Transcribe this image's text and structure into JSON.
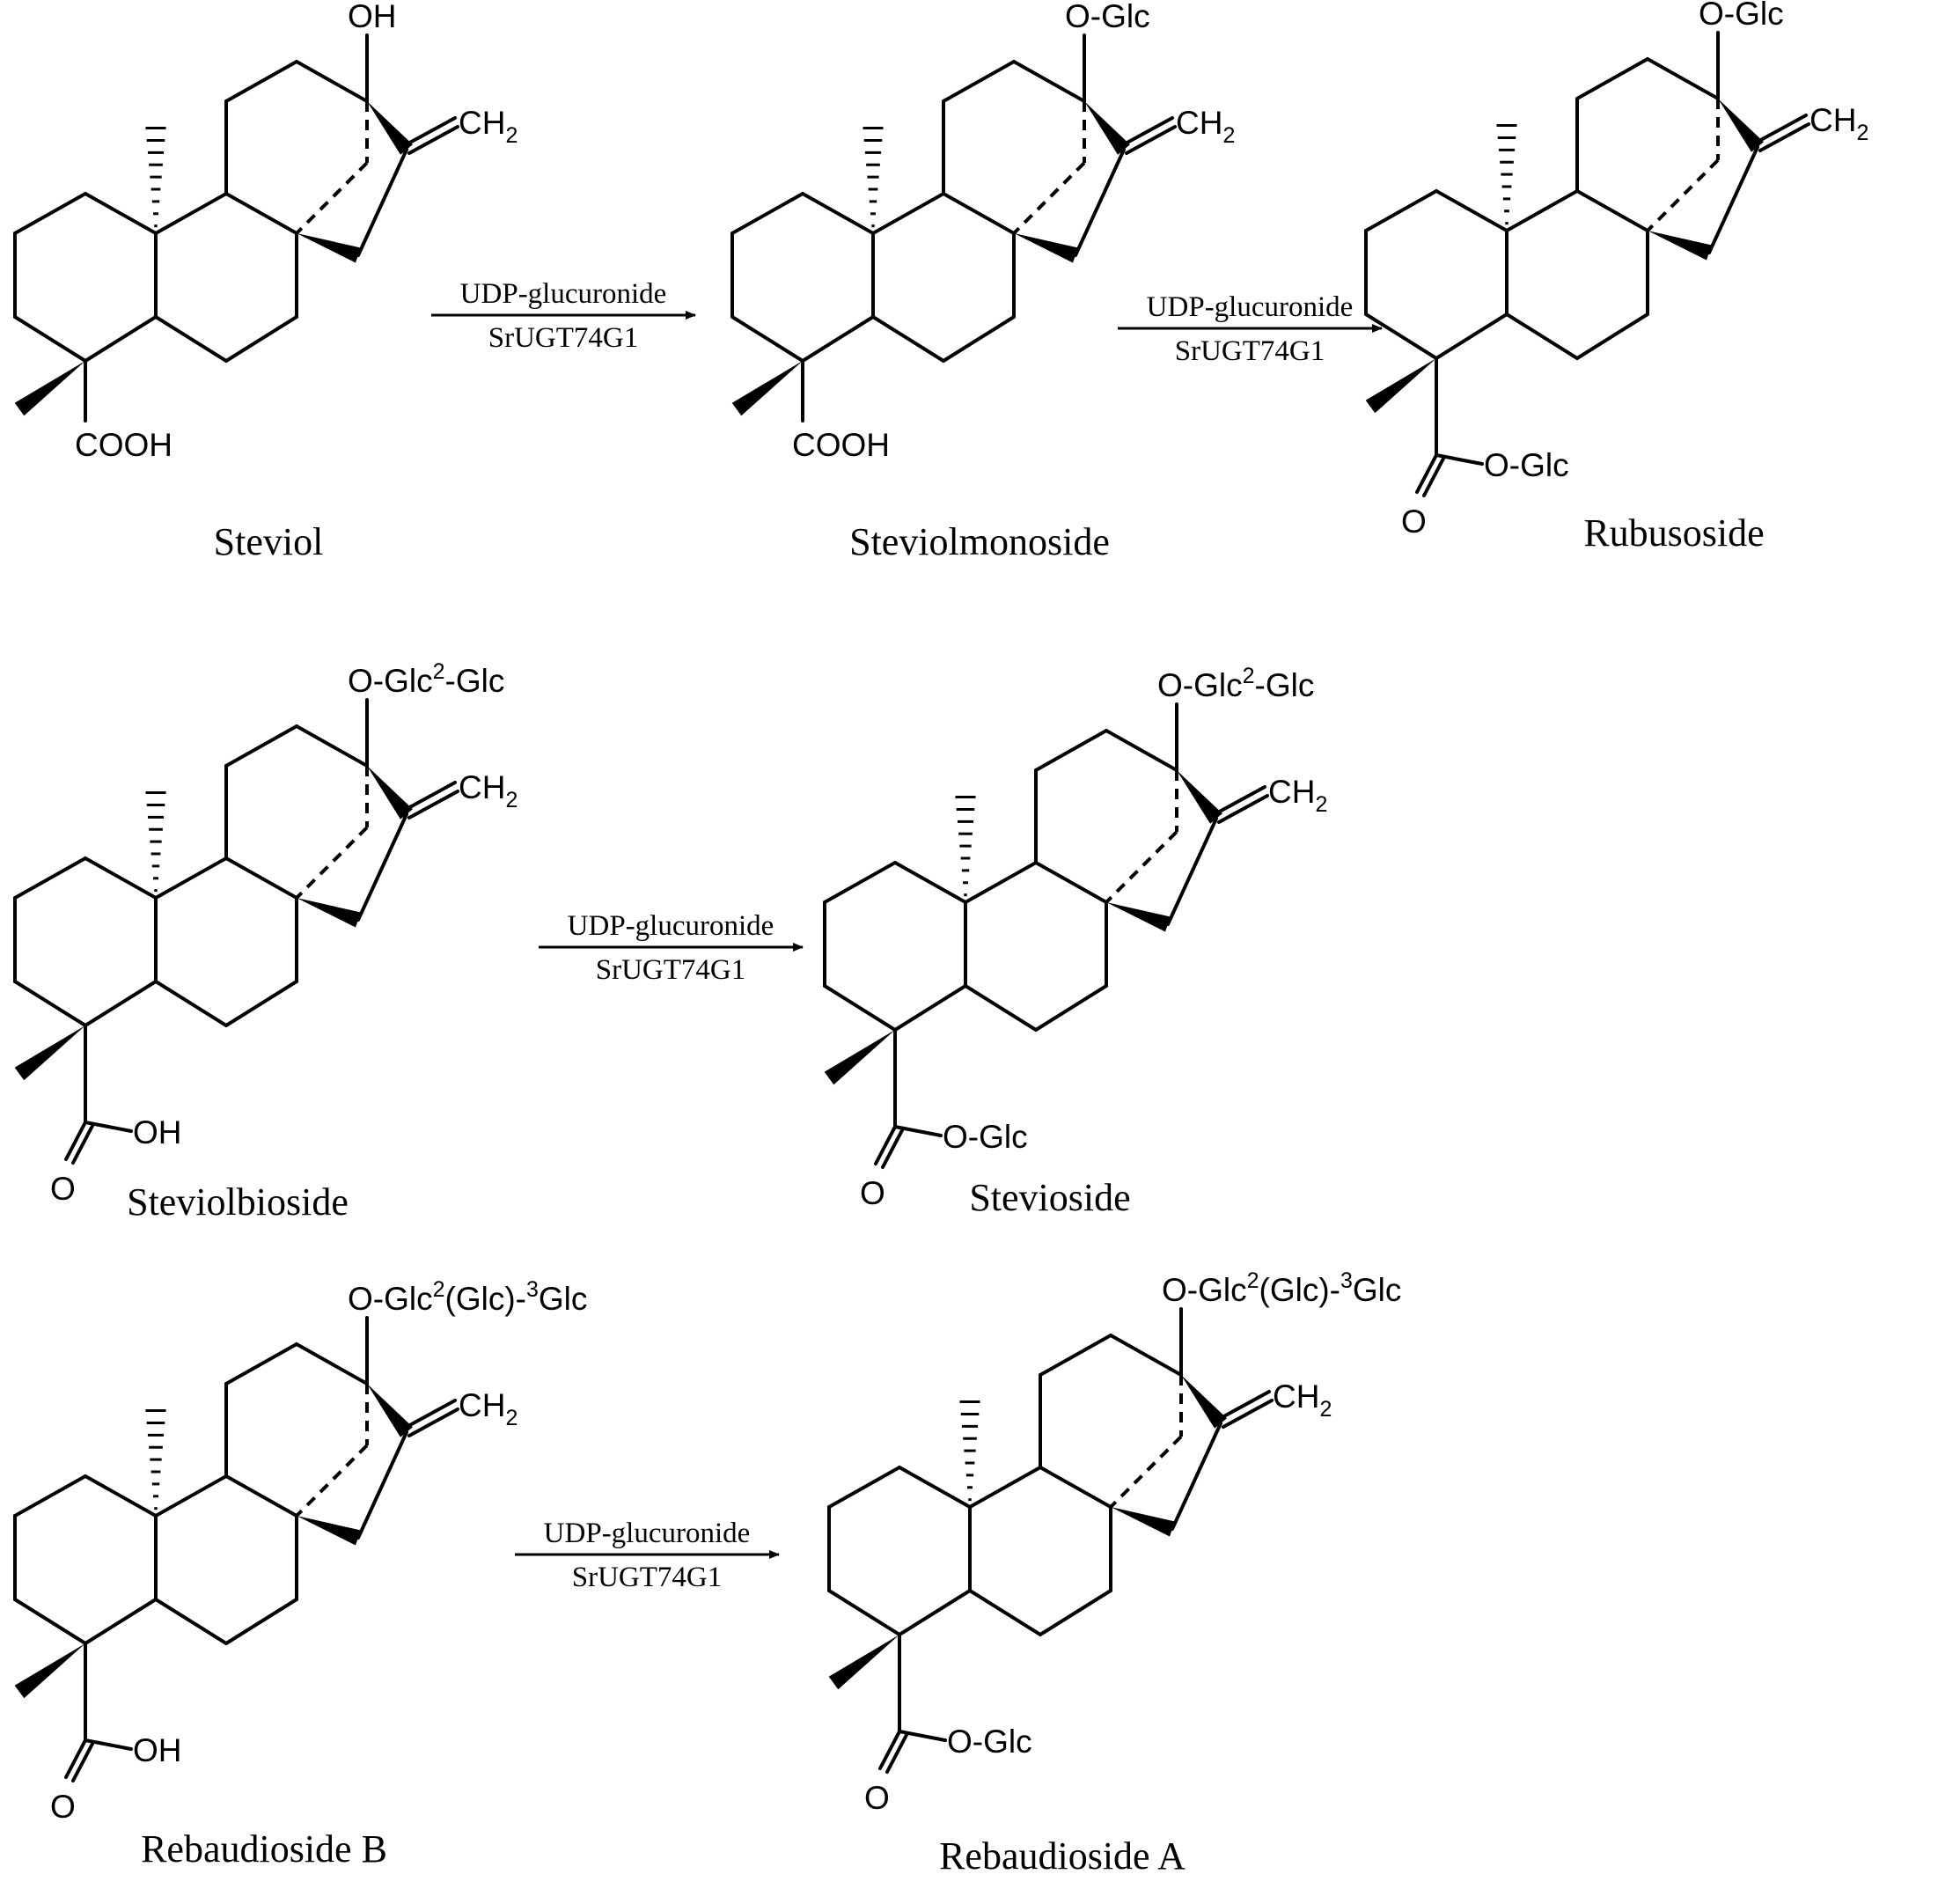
{
  "reactions": [
    {
      "reagent": "UDP-glucuronide",
      "enzyme": "SrUGT74G1"
    },
    {
      "reagent": "UDP-glucuronide",
      "enzyme": "SrUGT74G1"
    },
    {
      "reagent": "UDP-glucuronide",
      "enzyme": "SrUGT74G1"
    },
    {
      "reagent": "UDP-glucuronide",
      "enzyme": "SrUGT74G1"
    }
  ],
  "compounds": [
    {
      "name": "Steviol",
      "c13": {
        "main": "OH"
      },
      "ch2": {
        "main": "CH",
        "sub": "2"
      },
      "c19": {
        "type": "cooh",
        "main": "COOH"
      }
    },
    {
      "name": "Steviolmonoside",
      "c13": {
        "main": "O-Glc"
      },
      "ch2": {
        "main": "CH",
        "sub": "2"
      },
      "c19": {
        "type": "cooh",
        "main": "COOH"
      }
    },
    {
      "name": "Rubusoside",
      "c13": {
        "main": "O-Glc"
      },
      "ch2": {
        "main": "CH",
        "sub": "2"
      },
      "c19": {
        "type": "ester",
        "o": "O",
        "main": "O-Glc"
      }
    },
    {
      "name": "Steviolbioside",
      "c13": {
        "main": "O-Glc",
        "sup1": "2",
        "tail": "-Glc"
      },
      "ch2": {
        "main": "CH",
        "sub": "2"
      },
      "c19": {
        "type": "ester",
        "o": "O",
        "main": "OH"
      }
    },
    {
      "name": "Stevioside",
      "c13": {
        "main": "O-Glc",
        "sup1": "2",
        "tail": "-Glc"
      },
      "ch2": {
        "main": "CH",
        "sub": "2"
      },
      "c19": {
        "type": "ester",
        "o": "O",
        "main": "O-Glc"
      }
    },
    {
      "name": "Rebaudioside B",
      "c13": {
        "main": "O-Glc",
        "sup1": "2",
        "mid": "(Glc)-",
        "sup2": "3",
        "tail": "Glc"
      },
      "ch2": {
        "main": "CH",
        "sub": "2"
      },
      "c19": {
        "type": "ester",
        "o": "O",
        "main": "OH"
      }
    },
    {
      "name": "Rebaudioside A",
      "c13": {
        "main": "O-Glc",
        "sup1": "2",
        "mid": "(Glc)-",
        "sup2": "3",
        "tail": "Glc"
      },
      "ch2": {
        "main": "CH",
        "sub": "2"
      },
      "c19": {
        "type": "ester",
        "o": "O",
        "main": "O-Glc"
      }
    }
  ]
}
